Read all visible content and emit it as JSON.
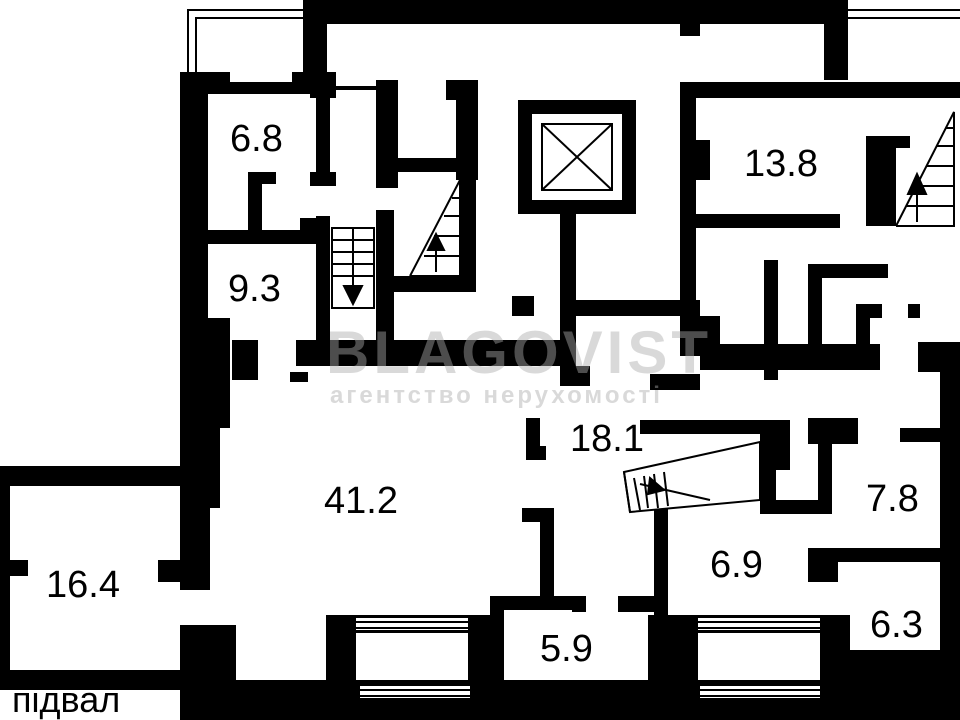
{
  "rooms": [
    {
      "id": "r1",
      "area": "6.8"
    },
    {
      "id": "r2",
      "area": "9.3"
    },
    {
      "id": "r3",
      "area": "13.8"
    },
    {
      "id": "r4",
      "area": "18.1"
    },
    {
      "id": "r5",
      "area": "41.2"
    },
    {
      "id": "r6",
      "area": "7.8"
    },
    {
      "id": "r7",
      "area": "6.9"
    },
    {
      "id": "r8",
      "area": "16.4"
    },
    {
      "id": "r9",
      "area": "6.3"
    },
    {
      "id": "r10",
      "area": "5.9"
    }
  ],
  "floor_label": "підвал",
  "watermark": {
    "brand": "BLAGOVIST",
    "tagline": "агентство нерухомості"
  },
  "colors": {
    "wall": "#000000",
    "background": "#ffffff",
    "watermark": "#aaaaaa"
  }
}
